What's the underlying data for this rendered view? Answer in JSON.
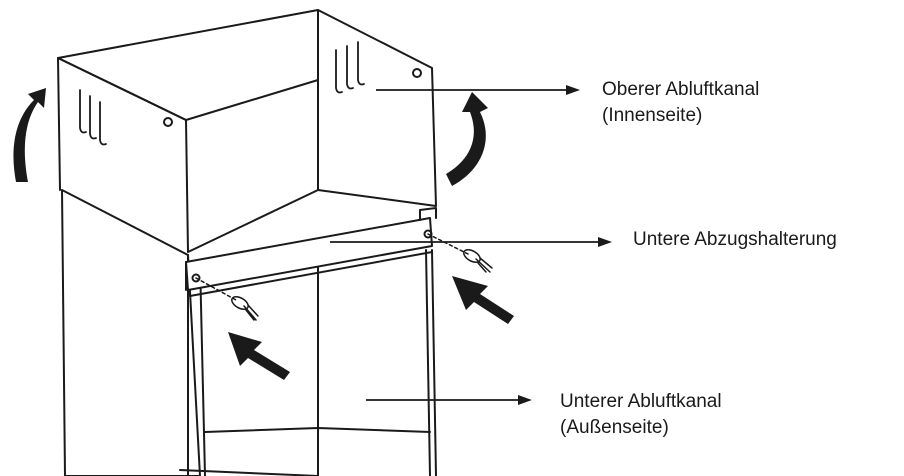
{
  "labels": {
    "upper_duct_line1": "Oberer Abluftkanal",
    "upper_duct_line2": "(Innenseite)",
    "lower_bracket": "Untere Abzugshalterung",
    "lower_duct_line1": "Unterer Abluftkanal",
    "lower_duct_line2": "(Außenseite)"
  },
  "colors": {
    "line": "#1a1a1a",
    "background": "#ffffff"
  }
}
